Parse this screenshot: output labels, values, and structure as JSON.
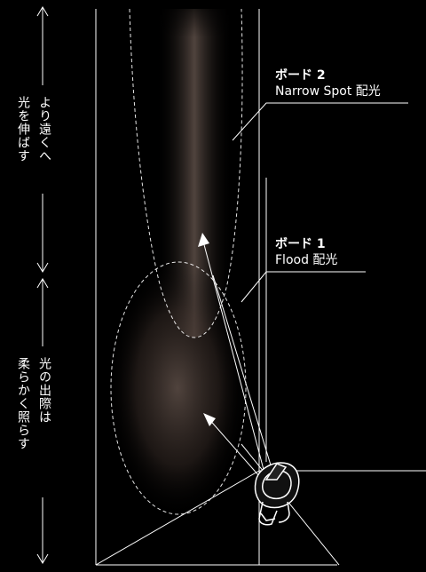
{
  "side_labels": {
    "upper_line1": "より遠くへ",
    "upper_line2": "光を伸ばす",
    "lower_line1": "光の出際は",
    "lower_line2": "柔らかく照らす"
  },
  "callouts": {
    "board2_title": "ボード 2",
    "board2_desc": "Narrow Spot 配光",
    "board1_title": "ボード 1",
    "board1_desc": "Flood 配光"
  },
  "colors": {
    "background": "#000000",
    "line": "#ffffff",
    "beam_glow": "#6b5a52"
  }
}
